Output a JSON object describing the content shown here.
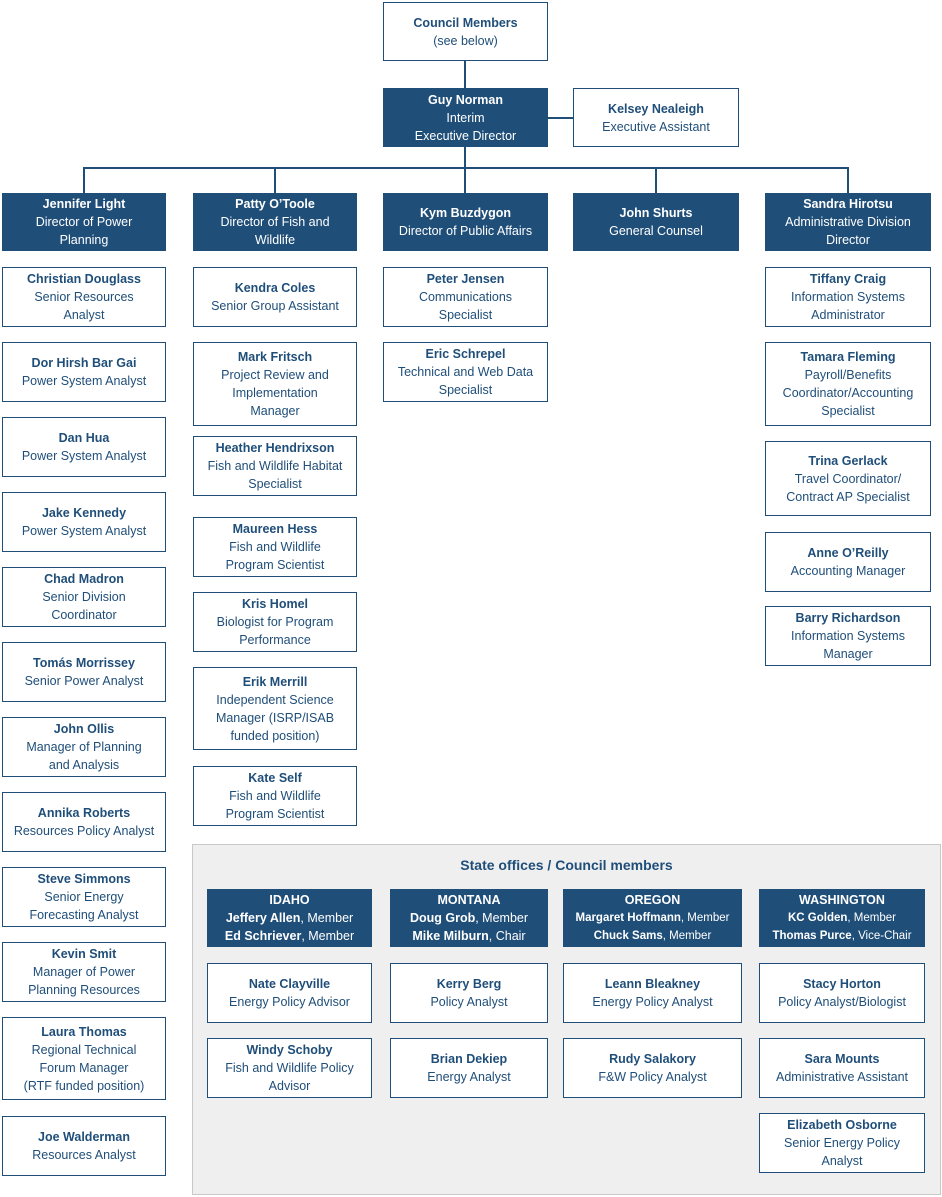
{
  "top": {
    "name": "Council Members",
    "line2": "(see below)"
  },
  "director": {
    "name": "Guy Norman",
    "line2": "Interim",
    "line3": "Executive Director"
  },
  "assistant": {
    "name": "Kelsey Nealeigh",
    "line2": "Executive Assistant"
  },
  "departments": [
    {
      "name": "Jennifer Light",
      "line2": "Director of Power",
      "line3": "Planning"
    },
    {
      "name": "Patty O’Toole",
      "line2": "Director of Fish and",
      "line3": "Wildlife"
    },
    {
      "name": "Kym Buzdygon",
      "line2": "Director of Public Affairs"
    },
    {
      "name": "John Shurts",
      "line2": "General Counsel"
    },
    {
      "name": "Sandra Hirotsu",
      "line2": "Administrative Division",
      "line3": "Director"
    }
  ],
  "power_staff": [
    {
      "name": "Christian Douglass",
      "line2": "Senior Resources",
      "line3": "Analyst"
    },
    {
      "name": "Dor Hirsh Bar Gai",
      "line2": "Power System Analyst"
    },
    {
      "name": "Dan Hua",
      "line2": "Power System Analyst"
    },
    {
      "name": "Jake Kennedy",
      "line2": "Power System Analyst"
    },
    {
      "name": "Chad Madron",
      "line2": "Senior Division",
      "line3": "Coordinator"
    },
    {
      "name": "Tomás Morrissey",
      "line2": "Senior Power Analyst"
    },
    {
      "name": "John Ollis",
      "line2": "Manager of Planning",
      "line3": "and Analysis"
    },
    {
      "name": "Annika Roberts",
      "line2": "Resources Policy Analyst"
    },
    {
      "name": "Steve Simmons",
      "line2": "Senior Energy",
      "line3": "Forecasting Analyst"
    },
    {
      "name": "Kevin Smit",
      "line2": "Manager of Power",
      "line3": "Planning Resources"
    },
    {
      "name": "Laura Thomas",
      "line2": "Regional Technical",
      "line3": "Forum Manager",
      "line4": "(RTF funded position)"
    },
    {
      "name": "Joe Walderman",
      "line2": "Resources Analyst"
    }
  ],
  "fish_staff": [
    {
      "name": "Kendra Coles",
      "line2": "Senior Group Assistant"
    },
    {
      "name": "Mark Fritsch",
      "line2": "Project Review and",
      "line3": "Implementation",
      "line4": "Manager"
    },
    {
      "name": "Heather Hendrixson",
      "line2": "Fish and Wildlife Habitat",
      "line3": "Specialist"
    },
    {
      "name": "Maureen Hess",
      "line2": "Fish and Wildlife",
      "line3": "Program Scientist"
    },
    {
      "name": "Kris Homel",
      "line2": "Biologist for Program",
      "line3": "Performance"
    },
    {
      "name": "Erik Merrill",
      "line2": "Independent Science",
      "line3": "Manager (ISRP/ISAB",
      "line4": "funded position)"
    },
    {
      "name": "Kate Self",
      "line2": "Fish and Wildlife",
      "line3": "Program Scientist"
    }
  ],
  "public_staff": [
    {
      "name": "Peter Jensen",
      "line2": "Communications",
      "line3": "Specialist"
    },
    {
      "name": "Eric Schrepel",
      "line2": "Technical and Web Data",
      "line3": "Specialist"
    }
  ],
  "admin_staff": [
    {
      "name": "Tiffany Craig",
      "line2": "Information Systems",
      "line3": "Administrator"
    },
    {
      "name": "Tamara Fleming",
      "line2": "Payroll/Benefits",
      "line3": "Coordinator/Accounting",
      "line4": "Specialist"
    },
    {
      "name": "Trina Gerlack",
      "line2": "Travel Coordinator/",
      "line3": "Contract AP Specialist"
    },
    {
      "name": "Anne O’Reilly",
      "line2": "Accounting Manager"
    },
    {
      "name": "Barry Richardson",
      "line2": "Information Systems",
      "line3": "Manager"
    }
  ],
  "states": {
    "title": "State offices / Council members",
    "idaho": {
      "state": "IDAHO",
      "m1_name": "Jeffery Allen",
      "m1_role": ", Member",
      "m2_name": "Ed Schriever",
      "m2_role": ", Member"
    },
    "montana": {
      "state": "MONTANA",
      "m1_name": "Doug Grob",
      "m1_role": ", Member",
      "m2_name": "Mike Milburn",
      "m2_role": ", Chair"
    },
    "oregon": {
      "state": "OREGON",
      "m1_name": "Margaret Hoffmann",
      "m1_role": ", Member",
      "m2_name": "Chuck Sams",
      "m2_role": ", Member"
    },
    "washington": {
      "state": "WASHINGTON",
      "m1_name": "KC Golden",
      "m1_role": ", Member",
      "m2_name": "Thomas Purce",
      "m2_role": ", Vice-Chair"
    },
    "idaho_staff": [
      {
        "name": "Nate Clayville",
        "line2": "Energy Policy Advisor"
      },
      {
        "name": "Windy Schoby",
        "line2": "Fish and Wildlife Policy",
        "line3": "Advisor"
      }
    ],
    "montana_staff": [
      {
        "name": "Kerry Berg",
        "line2": "Policy Analyst"
      },
      {
        "name": "Brian Dekiep",
        "line2": "Energy Analyst"
      }
    ],
    "oregon_staff": [
      {
        "name": "Leann Bleakney",
        "line2": "Energy Policy Analyst"
      },
      {
        "name": "Rudy Salakory",
        "line2": "F&W Policy Analyst"
      }
    ],
    "washington_staff": [
      {
        "name": "Stacy Horton",
        "line2": "Policy Analyst/Biologist"
      },
      {
        "name": "Sara Mounts",
        "line2": "Administrative Assistant"
      },
      {
        "name": "Elizabeth Osborne",
        "line2": "Senior Energy Policy",
        "line3": "Analyst"
      }
    ]
  }
}
